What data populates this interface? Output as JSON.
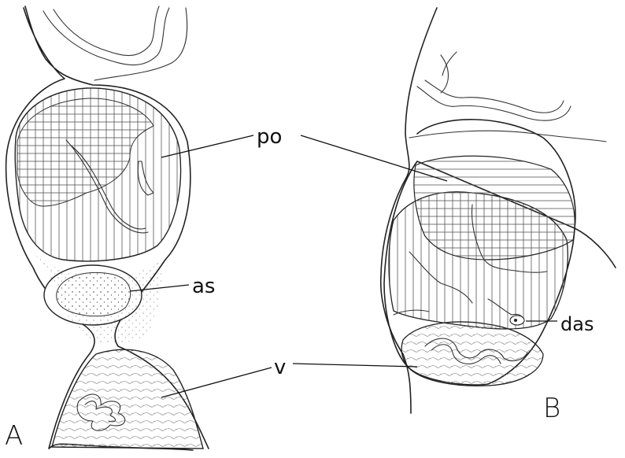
{
  "figure": {
    "panels": [
      {
        "id": "A",
        "label": "A"
      },
      {
        "id": "B",
        "label": "B"
      }
    ],
    "labels": {
      "po": "po",
      "as": "as",
      "v": "v",
      "das": "das"
    }
  }
}
